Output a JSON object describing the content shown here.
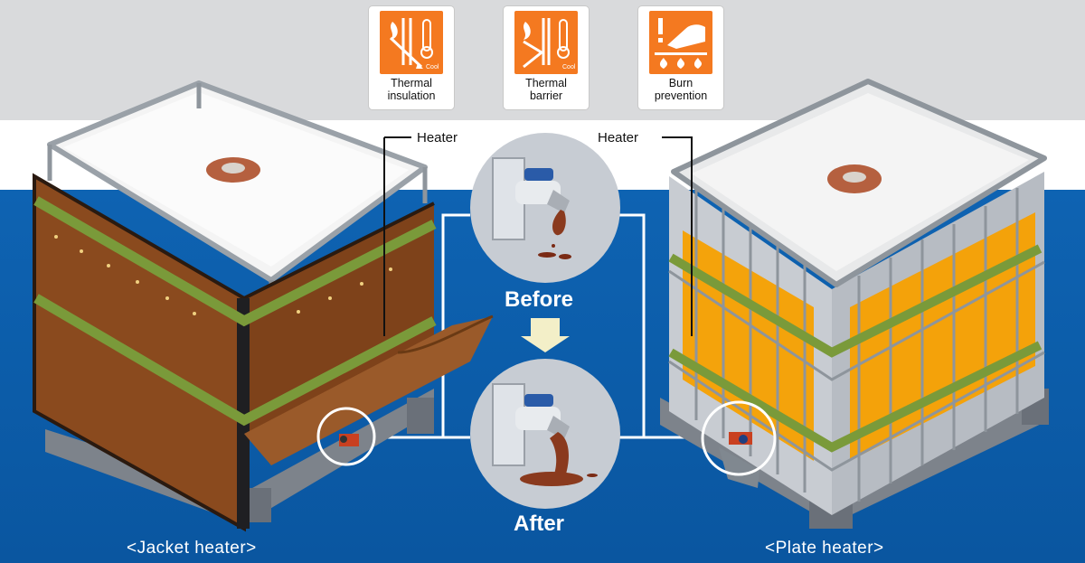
{
  "badges": [
    {
      "label_line1": "Thermal",
      "label_line2": "insulation",
      "icon": "thermal-insulation-icon",
      "icon_tag": "Cool"
    },
    {
      "label_line1": "Thermal",
      "label_line2": "barrier",
      "icon": "thermal-barrier-icon",
      "icon_tag": "Cool"
    },
    {
      "label_line1": "Burn",
      "label_line2": "prevention",
      "icon": "burn-prevention-icon"
    }
  ],
  "labels": {
    "heater_left": "Heater",
    "heater_right": "Heater",
    "before": "Before",
    "after": "After",
    "jacket_caption": "<Jacket heater>",
    "plate_caption": "<Plate heater>"
  },
  "colors": {
    "accent_orange": "#f47920",
    "background_blue": "#0d60ae",
    "jacket_brown": "#8a4a1e",
    "plate_orange": "#f7a000",
    "strap_green": "#7a9a3a",
    "liquid_brown": "#8a3a1e",
    "valve_blue": "#2a5ba8"
  }
}
